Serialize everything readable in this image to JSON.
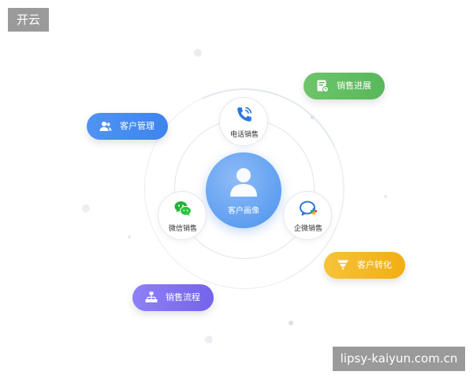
{
  "watermark": {
    "top_left": "开云",
    "bottom_right": "lipsy-kaiyun.com.cn"
  },
  "center": {
    "label": "客户画像",
    "icon": "user-avatar-icon"
  },
  "inner_nodes": {
    "phone": {
      "label": "电话销售",
      "icon": "phone-icon"
    },
    "wechat": {
      "label": "微信销售",
      "icon": "wechat-icon"
    },
    "qiwei": {
      "label": "企微销售",
      "icon": "enterprise-wechat-icon"
    }
  },
  "pills": {
    "customer_management": {
      "label": "客户管理",
      "icon": "users-icon",
      "color": "#3d84ee"
    },
    "sales_progress": {
      "label": "销售进展",
      "icon": "document-chart-icon",
      "color": "#58b85a"
    },
    "customer_conversion": {
      "label": "客户转化",
      "icon": "funnel-icon",
      "color": "#f2ae14"
    },
    "sales_flow": {
      "label": "销售流程",
      "icon": "hierarchy-icon",
      "color": "#7464ec"
    }
  }
}
